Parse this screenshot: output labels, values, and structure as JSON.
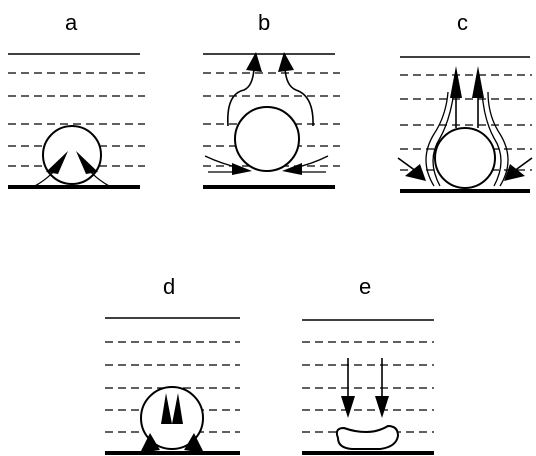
{
  "panels": [
    {
      "id": "a",
      "label": "a"
    },
    {
      "id": "b",
      "label": "b"
    },
    {
      "id": "c",
      "label": "c"
    },
    {
      "id": "d",
      "label": "d"
    },
    {
      "id": "e",
      "label": "e"
    }
  ]
}
